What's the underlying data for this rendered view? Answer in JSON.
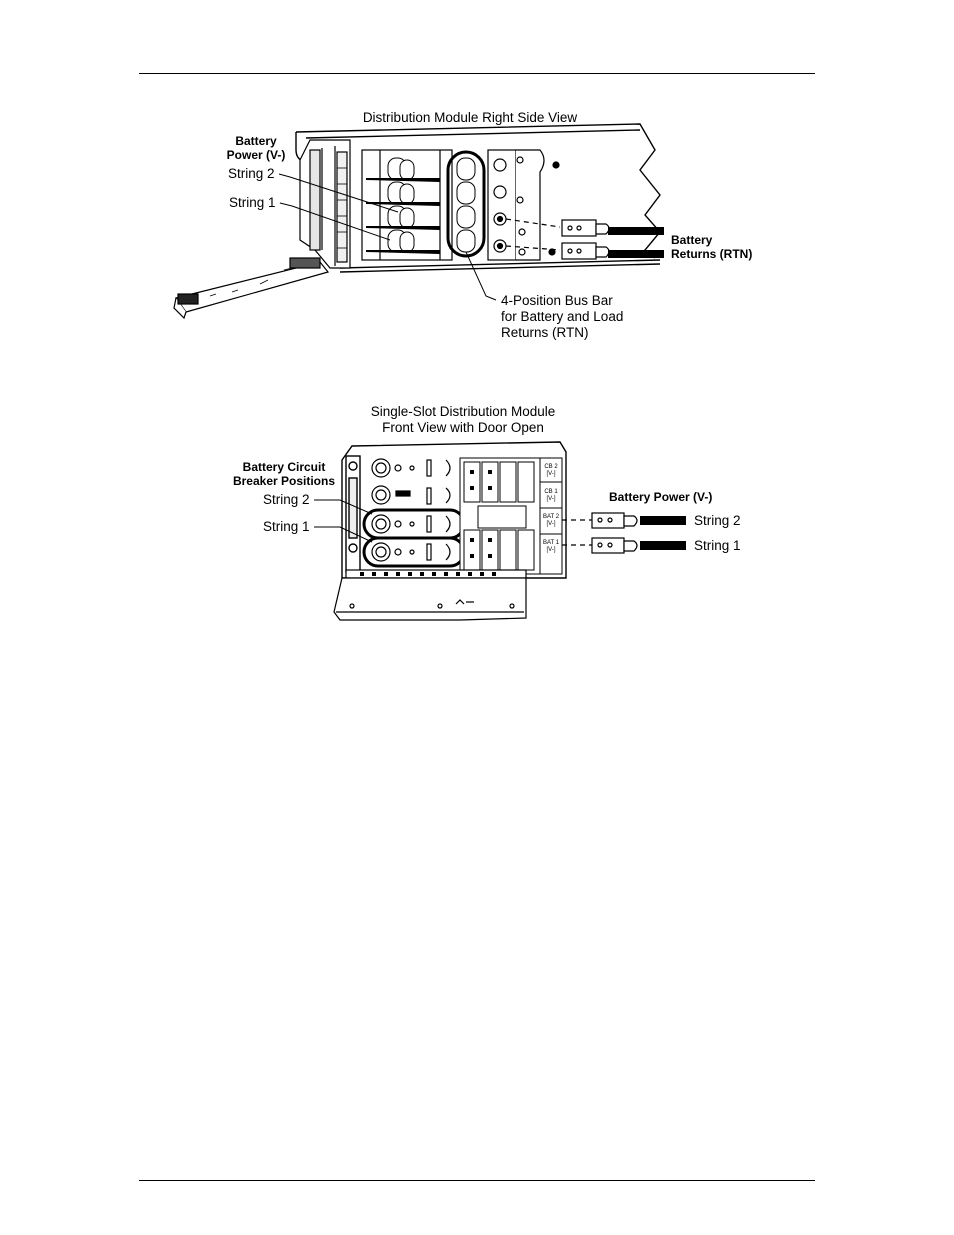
{
  "figure1": {
    "title": "Distribution Module Right Side View",
    "battery_power": [
      "Battery",
      "Power (V-)"
    ],
    "string2": "String 2",
    "string1": "String 1",
    "battery_returns": [
      "Battery",
      "Returns (RTN)"
    ],
    "busbar": [
      "4-Position Bus Bar",
      "for Battery and Load",
      "Returns (RTN)"
    ]
  },
  "figure2": {
    "title": [
      "Single-Slot Distribution Module",
      "Front View with Door Open"
    ],
    "breaker_positions": [
      "Battery Circuit",
      "Breaker Positions"
    ],
    "string2": "String 2",
    "string1": "String 1",
    "battery_power": "Battery Power (V-)",
    "right_string2": "String 2",
    "right_string1": "String 1",
    "slot_labels": {
      "cb2": [
        "CB 2",
        "[V-]"
      ],
      "cb1": [
        "CB 1",
        "[V-]"
      ],
      "bat2": [
        "BAT 2",
        "[V-]"
      ],
      "bat1": [
        "BAT 1",
        "[V-]"
      ]
    }
  }
}
